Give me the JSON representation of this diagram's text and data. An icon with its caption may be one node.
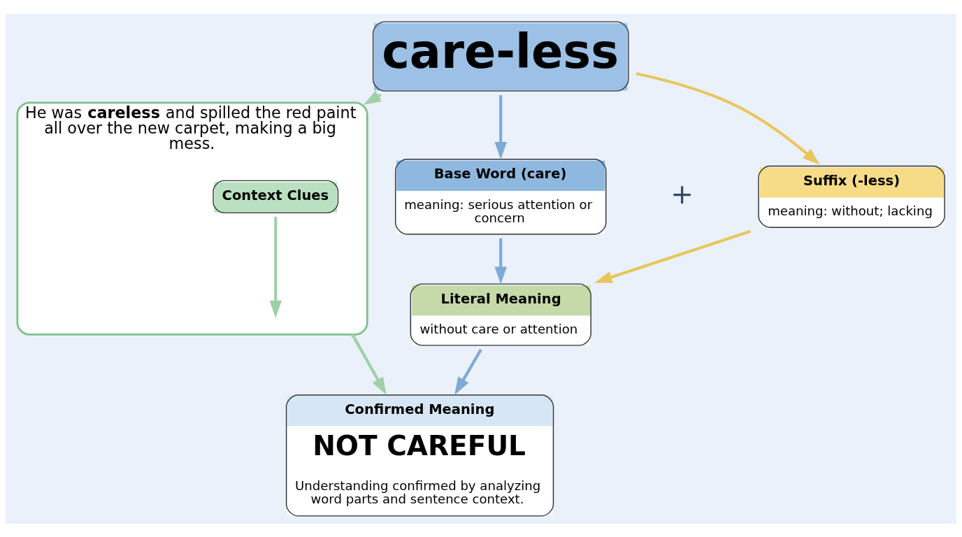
{
  "diagram": {
    "nodes": [
      {
        "text": [
          "care-less"
        ]
      },
      {
        "text": [
          "Base Word (care)",
          "meaning: serious attention or concern"
        ]
      },
      {
        "text": [
          "Suffix (-less)",
          "meaning: without; lacking"
        ]
      },
      {
        "text": [
          "Literal Meaning",
          "without care or attention"
        ]
      },
      {
        "text": [
          "He was **careless** and spilled the red paint all over the new carpet, making a big mess."
        ]
      },
      {
        "text": [
          "Context Clues"
        ],
        "in": 4
      },
      {
        "text": [
          "Confirmed Meaning",
          "NOT CAREFUL",
          "Understanding confirmed by analyzing word parts and sentence context."
        ]
      }
    ],
    "edges": [
      {
        "from": 0,
        "to": 1,
        "arrow": "to",
        "color": "#7fa9d6"
      },
      {
        "from": 0,
        "to": 2,
        "arrow": "to",
        "color": "#e8c65e"
      },
      {
        "from": 0,
        "to": 4,
        "arrow": "to",
        "color": "#9fd0a8"
      },
      {
        "from": 1,
        "to": 3,
        "arrow": "to",
        "color": "#7fa9d6"
      },
      {
        "from": 2,
        "to": 3,
        "arrow": "to",
        "color": "#e8c65e"
      },
      {
        "from": 5,
        "to": null,
        "arrow": "to",
        "color": "#9fd0a8"
      },
      {
        "from": 3,
        "to": 6,
        "arrow": "to",
        "color": "#7fa9d6"
      },
      {
        "from": 4,
        "to": 6,
        "arrow": "to",
        "color": "#9fd0a8"
      }
    ],
    "labels": [
      "+"
    ]
  }
}
